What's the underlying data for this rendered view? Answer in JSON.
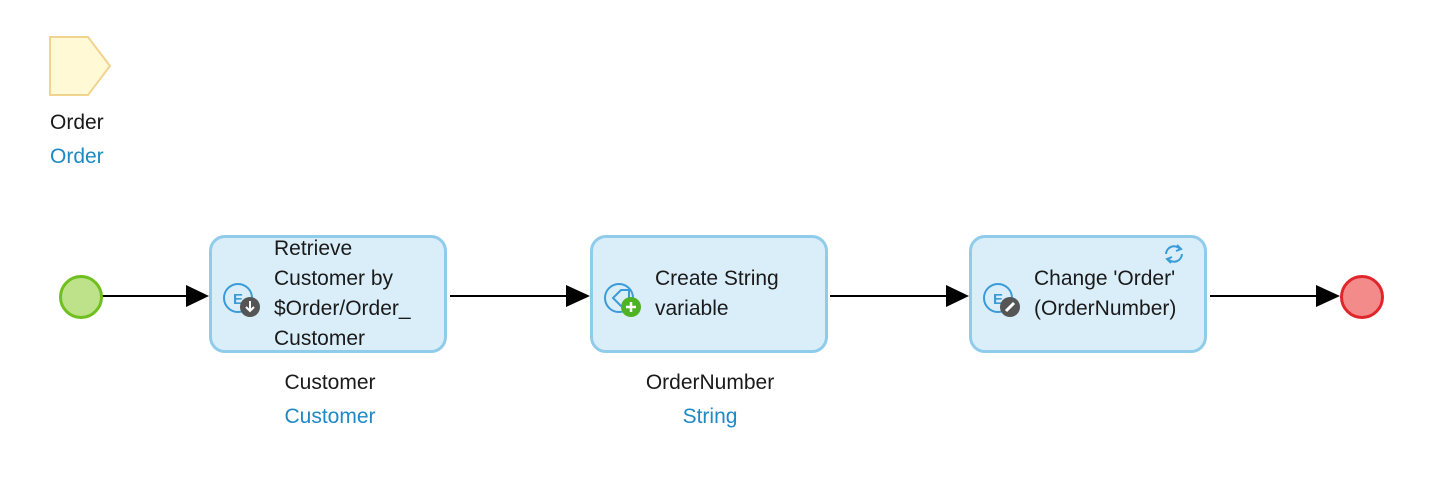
{
  "parameter": {
    "name": "Order",
    "type": "Order"
  },
  "events": {
    "start": "start-event",
    "end": "end-event"
  },
  "activities": [
    {
      "label": "Retrieve\nCustomer by\n$Order/Order_\nCustomer",
      "icon": "retrieve-icon"
    },
    {
      "label": "Create String\nvariable",
      "icon": "create-variable-icon"
    },
    {
      "label": "Change 'Order'\n(OrderNumber)",
      "icon": "change-object-icon",
      "extra_icon": "refresh-icon"
    }
  ],
  "outputs": [
    {
      "name": "Customer",
      "type": "Customer"
    },
    {
      "name": "OrderNumber",
      "type": "String"
    }
  ],
  "colors": {
    "activity_fill": "#daeef9",
    "activity_border": "#8fcbea",
    "start_fill": "#bde28a",
    "start_border": "#6fbf1e",
    "end_fill": "#f48b8b",
    "end_border": "#e0262b",
    "parameter_fill": "#fff9d6",
    "parameter_border": "#f2d490",
    "type_text": "#1d8ac6"
  }
}
